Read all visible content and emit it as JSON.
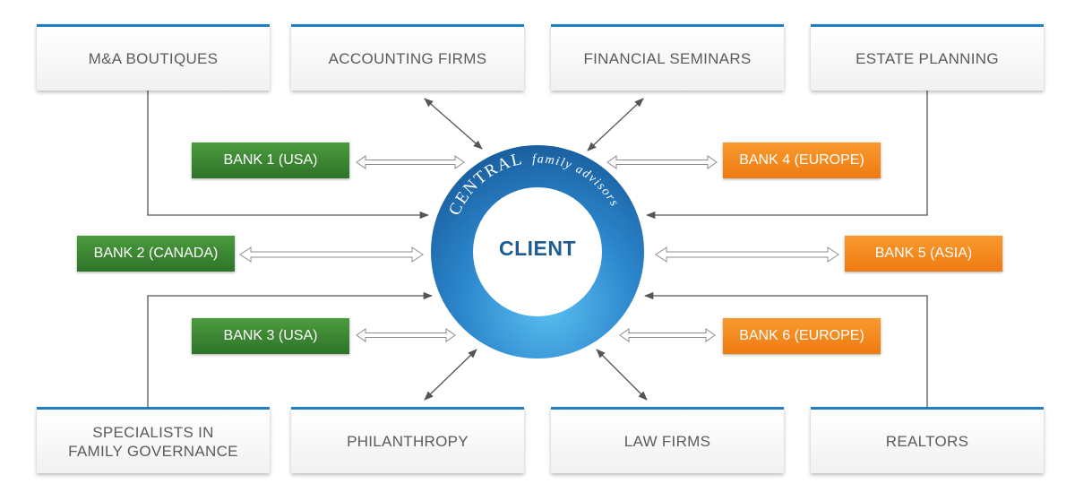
{
  "partners": {
    "ma_boutiques": "M&A BOUTIQUES",
    "accounting_firms": "ACCOUNTING FIRMS",
    "financial_seminars": "FINANCIAL SEMINARS",
    "estate_planning": "ESTATE PLANNING",
    "specialists_line1": "SPECIALISTS IN",
    "specialists_line2": "FAMILY GOVERNANCE",
    "philanthropy": "PHILANTHROPY",
    "law_firms": "LAW FIRMS",
    "realtors": "REALTORS"
  },
  "banks": {
    "bank1": "BANK 1 (USA)",
    "bank2": "BANK 2 (CANADA)",
    "bank3": "BANK 3 (USA)",
    "bank4": "BANK 4 (EUROPE)",
    "bank5": "BANK 5 (ASIA)",
    "bank6": "BANK 6 (EUROPE)"
  },
  "center": {
    "label": "CLIENT",
    "brand_main": "CENTRAL",
    "brand_sub": "family advisors"
  },
  "colors": {
    "accent_blue": "#1f7ec4",
    "bank_green": "#3d8a33",
    "bank_orange": "#f28a1f",
    "client_text": "#1d5b93"
  }
}
